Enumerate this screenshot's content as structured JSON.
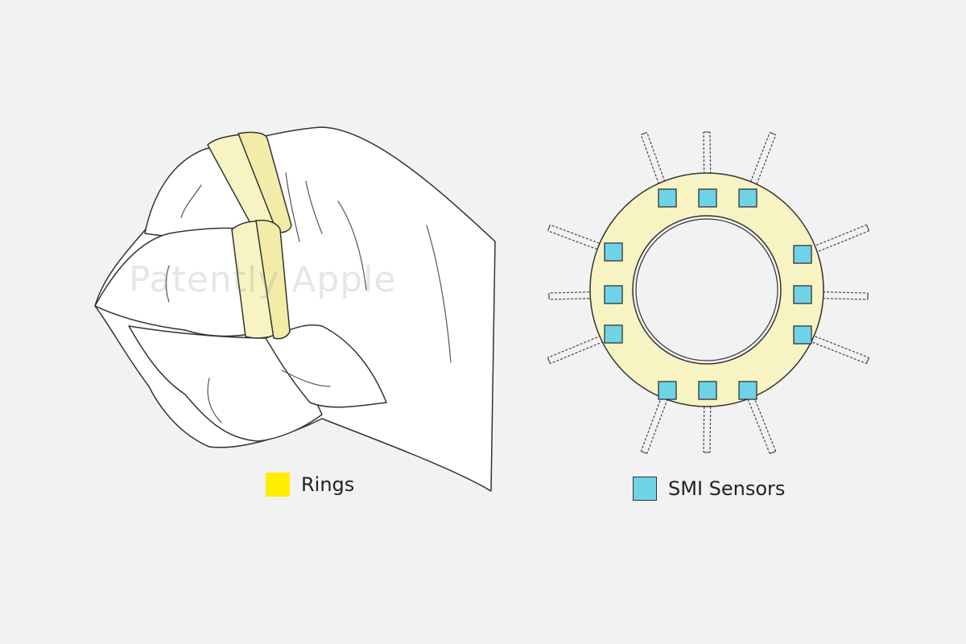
{
  "figure": {
    "watermark": "Patently Apple",
    "legend": {
      "rings": {
        "label": "Rings",
        "color": "#ffee00"
      },
      "sensors": {
        "label": "SMI Sensors",
        "color": "#6fd3e8"
      }
    },
    "ring_fill": "#f7f3c2",
    "line_color": "#333333"
  }
}
